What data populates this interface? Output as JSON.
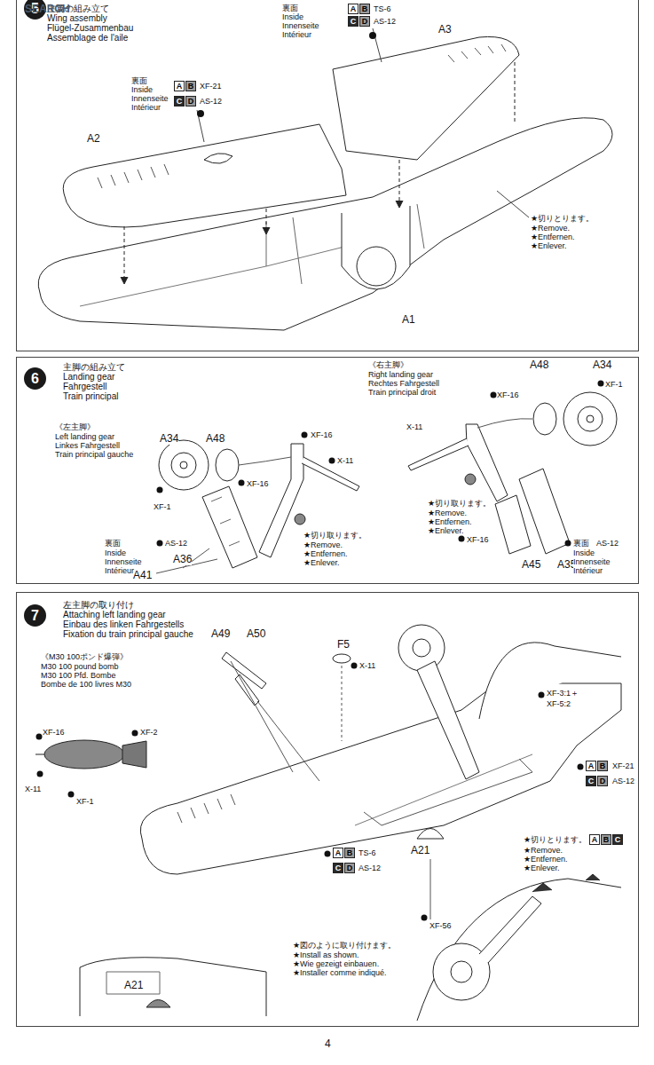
{
  "diagram": {
    "nodes": [
      {
        "text": [
          "主翼の組み立て",
          "Wing assembly",
          "Flügel-Zusammenbau",
          "Assemblage de l'aile"
        ]
      },
      {
        "text": [
          "5"
        ],
        "in": 0
      },
      {
        "text": [
          "主脚の組み立て",
          "Landing gear",
          "Fahrgestell",
          "Train principal"
        ]
      },
      {
        "text": [
          "6"
        ],
        "in": 2
      },
      {
        "text": [
          "左主脚の取り付け",
          "Attaching left landing gear",
          "Einbau des linken Fahrgestells",
          "Fixation du train principal gauche"
        ]
      },
      {
        "text": [
          "7"
        ],
        "in": 4
      }
    ],
    "edges": [],
    "labels": [
      "SEARCH",
      "裏面",
      "Inside",
      "Innenseite",
      "Intérieur",
      "A",
      "B",
      "TS-6",
      "C",
      "D",
      "AS-12",
      "A3",
      "裏面",
      "Inside",
      "Innenseite",
      "Intérieur",
      "A",
      "B",
      "XF-21",
      "C",
      "D",
      "AS-12",
      "A2",
      "★切りとります。",
      "★Remove.",
      "★Entfernen.",
      "★Enlever.",
      "A1",
      "《左主脚》",
      "Left landing gear",
      "Linkes Fahrgestell",
      "Train principal gauche",
      "A34",
      "A48",
      "XF-16",
      "XF-16",
      "X-11",
      "XF-1",
      "★切り取ります。",
      "★Remove.",
      "★Entfernen.",
      "★Enlever.",
      "裏面",
      "AS-12",
      "Inside",
      "Innenseite",
      "Intérieur",
      "A36",
      "A41",
      "《右主脚》",
      "Right landing gear",
      "Rechtes Fahrgestell",
      "Train principal droit",
      "A48",
      "A34",
      "XF-16",
      "XF-1",
      "X-11",
      "★切り取ります。",
      "★Remove.",
      "★Entfernen.",
      "★Enlever.",
      "XF-16",
      "A45",
      "A35",
      "裏面",
      "AS-12",
      "Inside",
      "Innenseite",
      "Intérieur",
      "《M30 100ポンド爆弾》",
      "M30 100 pound bomb",
      "M30 100 Pfd. Bombe",
      "Bombe de 100 livres M30",
      "XF-16",
      "XF-2",
      "X-11",
      "XF-1",
      "A49",
      "A50",
      "F5",
      "X-11",
      "XF-3:1＋",
      "XF-5:2",
      "A",
      "B",
      "XF-21",
      "C",
      "D",
      "AS-12",
      "A",
      "B",
      "TS-6",
      "C",
      "D",
      "AS-12",
      "A21",
      "XF-56",
      "★切りとります。",
      "A",
      "B",
      "C",
      "★Remove.",
      "★Entfernen.",
      "★Enlever.",
      "★図のように取り付けます。",
      "★Install as shown.",
      "★Wie gezeigt einbauen.",
      "★Installer comme indiqué.",
      "A21",
      "4"
    ]
  }
}
